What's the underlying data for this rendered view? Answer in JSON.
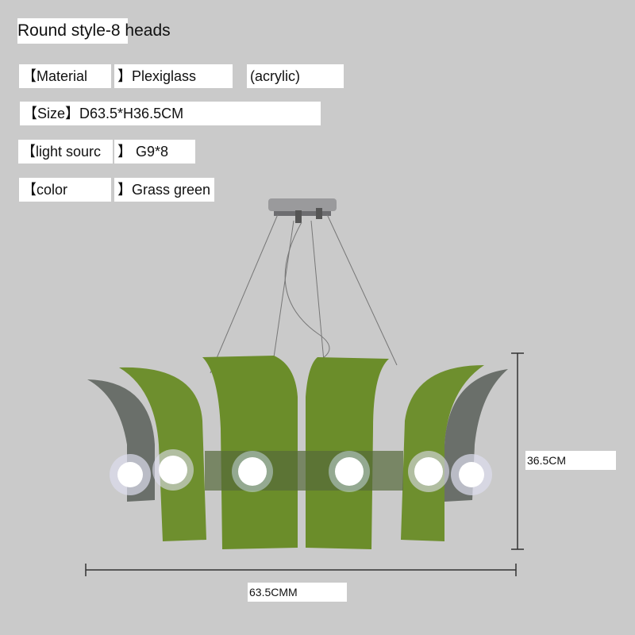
{
  "title": "Round style-8 heads",
  "specs": {
    "material_label": "【Material",
    "material_value": "】Plexiglass",
    "material_note": "(acrylic)",
    "size": "【Size】D63.5*H36.5CM",
    "light_label": "【light sourc",
    "light_value": "】 G9*8",
    "color_label": "【color",
    "color_value": "】Grass green"
  },
  "dimensions": {
    "height": "36.5CM",
    "width": "63.5CMM"
  },
  "colors": {
    "glass": "#6e8f2e",
    "glass_dark": "#4f6b1e",
    "smoke": "#6a6f6a",
    "background": "#cacaca"
  }
}
